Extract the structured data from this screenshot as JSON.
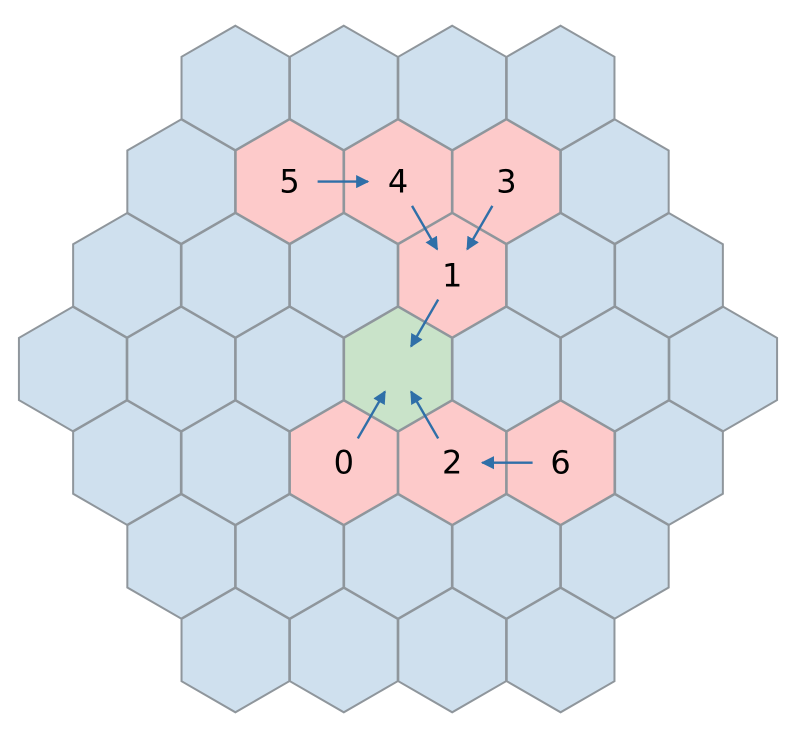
{
  "colors": {
    "default_fill": "#cfe0ee",
    "selected_fill": "#fdcaca",
    "target_fill": "#c9e3c9",
    "stroke": "#8f969c",
    "arrow": "#2f6fa8",
    "label": "#000000"
  },
  "grid": {
    "shape": "hexagon",
    "radius": 3,
    "orientation": "pointy-top"
  },
  "target": {
    "q": 0,
    "r": 0
  },
  "highlighted": [
    {
      "label": "0",
      "q": -1,
      "r": 1
    },
    {
      "label": "1",
      "q": 1,
      "r": -1
    },
    {
      "label": "2",
      "q": 0,
      "r": 1
    },
    {
      "label": "3",
      "q": 2,
      "r": -2
    },
    {
      "label": "4",
      "q": 1,
      "r": -2
    },
    {
      "label": "5",
      "q": 0,
      "r": -2
    },
    {
      "label": "6",
      "q": 1,
      "r": 1
    }
  ],
  "arrows": [
    {
      "from": "5",
      "to": "4"
    },
    {
      "from": "4",
      "to": "1"
    },
    {
      "from": "3",
      "to": "1"
    },
    {
      "from": "1",
      "to": "target"
    },
    {
      "from": "0",
      "to": "target"
    },
    {
      "from": "2",
      "to": "target"
    },
    {
      "from": "6",
      "to": "2"
    }
  ]
}
